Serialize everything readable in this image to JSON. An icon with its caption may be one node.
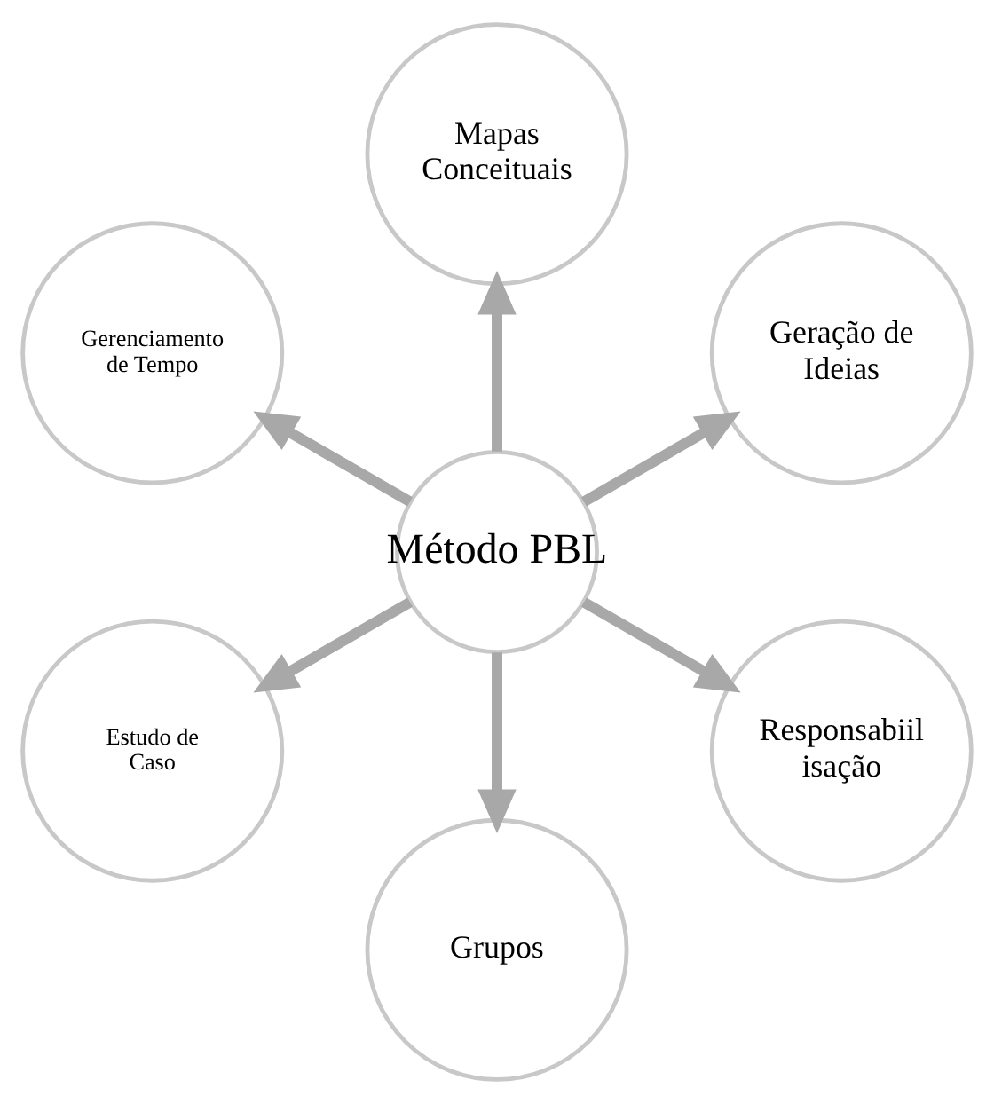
{
  "diagram": {
    "nodes": [
      {
        "text": [
          "Método PBL"
        ]
      },
      {
        "text": [
          "Geração de Ideias"
        ]
      },
      {
        "text": [
          "Mapas Conceituais"
        ]
      },
      {
        "text": [
          "Gerenciamento de Tempo"
        ]
      },
      {
        "text": [
          "Estudo de Caso"
        ]
      },
      {
        "text": [
          "Grupos"
        ]
      },
      {
        "text": [
          "Responsabiil isação"
        ]
      }
    ],
    "edges": [
      {
        "from": 0,
        "to": 1,
        "arrow": "to"
      },
      {
        "from": 0,
        "to": 2,
        "arrow": "to"
      },
      {
        "from": 0,
        "to": 3,
        "arrow": "to"
      },
      {
        "from": 0,
        "to": 4,
        "arrow": "to"
      },
      {
        "from": 0,
        "to": 5,
        "arrow": "to"
      },
      {
        "from": 0,
        "to": 6,
        "arrow": "to"
      }
    ]
  }
}
